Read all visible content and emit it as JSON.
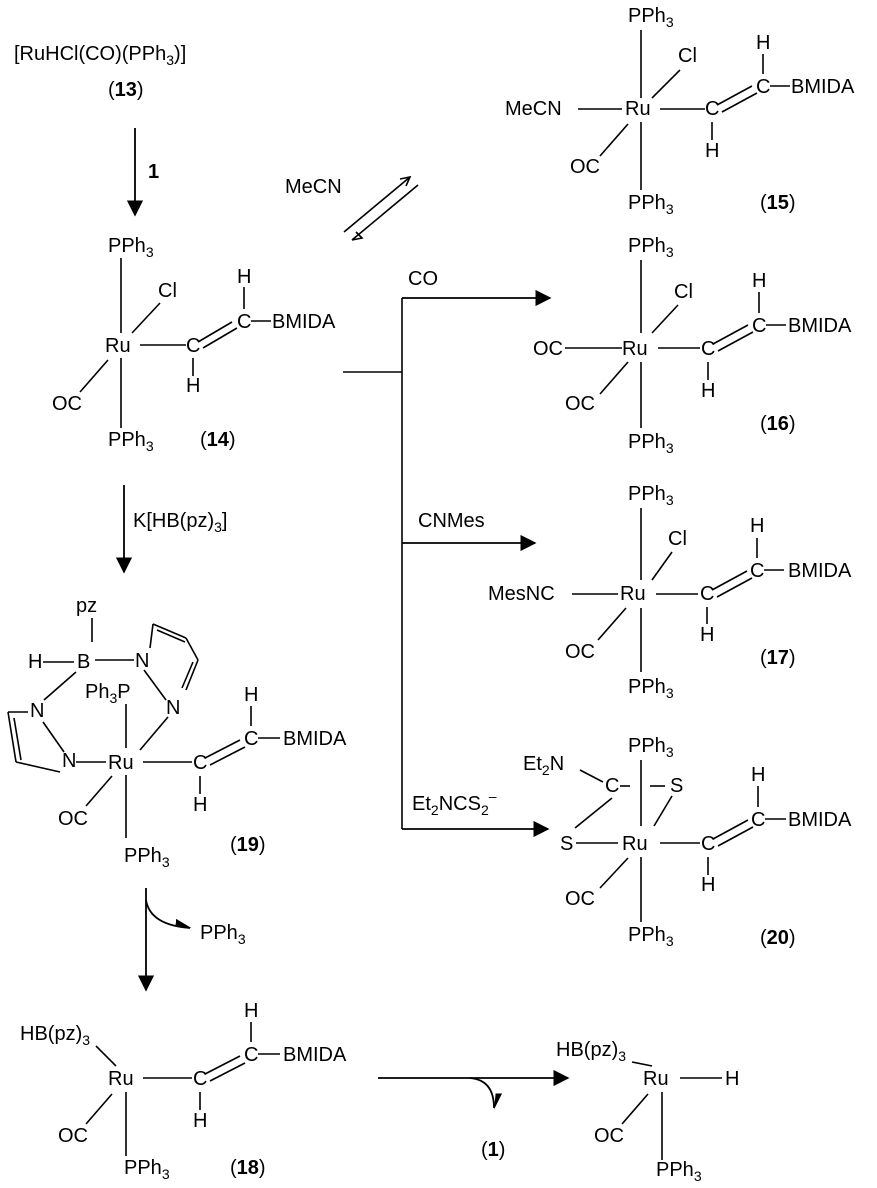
{
  "labels": {
    "ph3": "PPh",
    "sub3": "3",
    "p": "P",
    "cl": "Cl",
    "ru": "Ru",
    "oc": "OC",
    "c": "C",
    "h": "H",
    "bmida": "BMIDA",
    "mecn": "MeCN",
    "mesnc": "MesNC",
    "s": "S",
    "et2n_et": "Et",
    "et2n_sub": "2",
    "et2n_n": "N",
    "pz": "pz",
    "n": "N",
    "b": "B",
    "ph3p": "Ph",
    "hbpz3_pre": "HB(pz)",
    "hbpz3_sub": "3",
    "lp": "(",
    "rp": ")"
  },
  "start_complex": {
    "formula_a": "[RuHCl(CO)(PPh",
    "formula_sub": "3",
    "formula_b": ")]",
    "number": "13"
  },
  "compound_numbers": {
    "c14": "14",
    "c15": "15",
    "c16": "16",
    "c17": "17",
    "c18": "18",
    "c19": "19",
    "c20": "20",
    "c1": "1"
  },
  "reagents": {
    "r1": "1",
    "mecn": "MeCN",
    "co": "CO",
    "cnmes": "CNMes",
    "dtc_a": "Et",
    "dtc_sub": "2",
    "dtc_b": "NCS",
    "dtc_sub2": "2",
    "dtc_sup": "–",
    "kbpz_a": "K[HB(pz)",
    "kbpz_sub": "3",
    "kbpz_b": "]",
    "pph3_loss": "PPh",
    "pph3_sub": "3"
  }
}
